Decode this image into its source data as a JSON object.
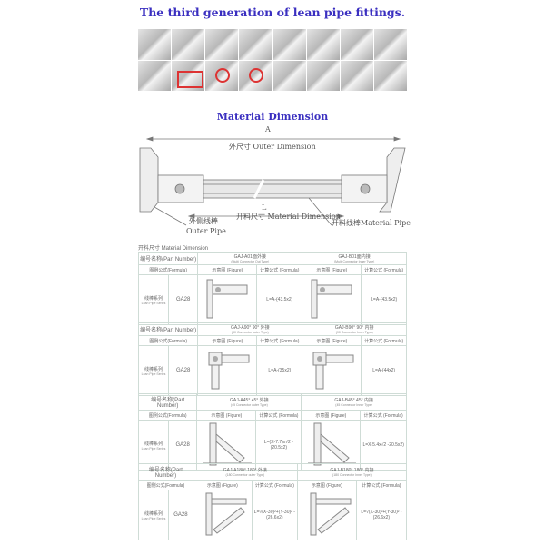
{
  "title": "The third generation of lean pipe fittings.",
  "subtitle": "Materiai   Dimension",
  "diagram": {
    "a": "A",
    "outer_dim": "外尺寸 Outer Dimension",
    "l": "L",
    "material_dim": "开料尺寸 Material Dimension",
    "outer_pipe_cn": "外侧线棒",
    "outer_pipe_en": "Outer Pipe",
    "material_pipe": "开料线棒Material Pipe"
  },
  "table_title": "开料尺寸 Material Dimension",
  "labels": {
    "part_number": "编号名称(Part Number)",
    "formula_row": "图例公式(Formula)",
    "figure": "示意图 (Figure)",
    "formula": "计算公式 (Formula)",
    "series": "线棒系列",
    "series_en": "Lean Pipe Series",
    "code": "GA28"
  },
  "blocks": [
    {
      "left": {
        "name": "GAJ-A01面外接",
        "sub": "(Multi Connector Out Type)",
        "formula": "L=A-(43.5x2)"
      },
      "right": {
        "name": "GAJ-B01面内接",
        "sub": "(Multi Connector Inner Type)",
        "formula": "L=A-(43.5x2)"
      }
    },
    {
      "left": {
        "name": "GAJ-A90° 90° 外接",
        "sub": "(90 Connector outer Type)",
        "formula": "L=A-(35x2)"
      },
      "right": {
        "name": "GAJ-B90° 90° 内接",
        "sub": "(90 Connector Inner Type)",
        "formula": "L=A-(44x2)"
      }
    },
    {
      "left": {
        "name": "GAJ-A45° 45° 外接",
        "sub": "(45 Connector outer Type)",
        "formula": "L=(X-7.7)x√2 -(20.5x2)"
      },
      "right": {
        "name": "GAJ-B45° 45° 内接",
        "sub": "(45 Connector Inner Type)",
        "formula": "L=X-5.4x√2 -20.5x2)"
      }
    },
    {
      "left": {
        "name": "GAJ-A180° 180° 外接",
        "sub": "(180 Connector outer Type)",
        "formula": "L=√(X-30)²+(Y-30)² -(26.6x2)"
      },
      "right": {
        "name": "GAJ-B180° 180° 内接",
        "sub": "(180 Connector Inner Type)",
        "formula": "L=√(X-30)²+(Y-30)² -(26.6x2)"
      }
    }
  ]
}
